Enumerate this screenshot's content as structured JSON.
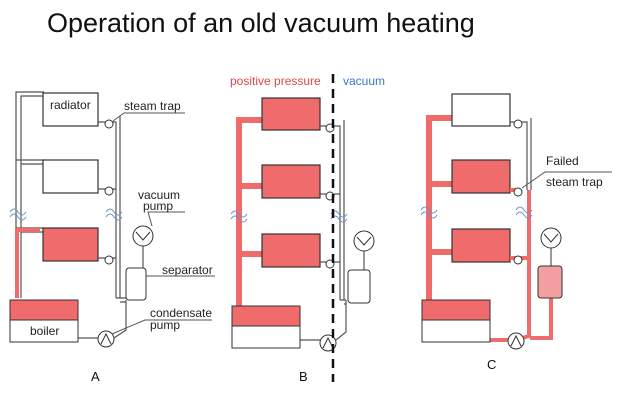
{
  "title": "Operation of an old vacuum heating",
  "colors": {
    "heated": "#f06b6b",
    "heated_fill": "#f5a0a0",
    "pipe": "#555555",
    "vacuum_text": "#3a78c4",
    "pressure_text": "#d94848"
  },
  "icons": [
    "steam-trap-icon",
    "pump-icon",
    "separator-icon",
    "break-line-icon"
  ],
  "panels": {
    "A": {
      "caption": "A",
      "labels": {
        "radiator": "radiator",
        "steam_trap": "steam trap",
        "vacuum_pump_1": "vacuum",
        "vacuum_pump_2": "pump",
        "separator": "separator",
        "condensate_pump_1": "condensate",
        "condensate_pump_2": "pump",
        "boiler": "boiler"
      }
    },
    "B": {
      "caption": "B",
      "positive_pressure": "positive pressure",
      "vacuum": "vacuum"
    },
    "C": {
      "caption": "C",
      "failed_trap_1": "Failed",
      "failed_trap_2": "steam trap"
    }
  }
}
